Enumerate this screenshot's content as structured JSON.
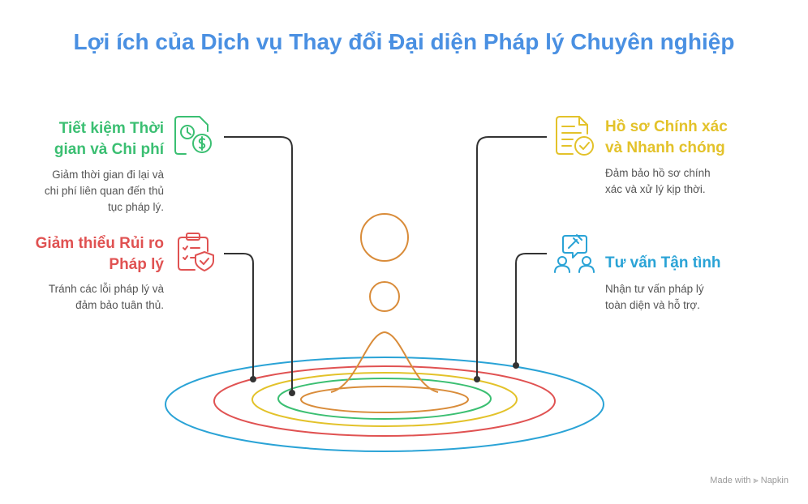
{
  "title": "Lợi ích của Dịch vụ Thay đổi Đại diện Pháp lý Chuyên nghiệp",
  "items": [
    {
      "title_line1": "Tiết kiệm Thời",
      "title_line2": "gian và Chi phí",
      "desc_line1": "Giảm thời gian đi lại và",
      "desc_line2": "chi phí liên quan đến thủ",
      "desc_line3": "tục pháp lý.",
      "icon": "clock-dollar-icon",
      "color": "#3bbf72"
    },
    {
      "title_line1": "Giảm thiểu Rủi ro",
      "title_line2": "Pháp lý",
      "desc_line1": "Tránh các lỗi pháp lý và",
      "desc_line2": "đảm bảo tuân thủ.",
      "icon": "clipboard-shield-icon",
      "color": "#e05252"
    },
    {
      "title_line1": "Hồ sơ Chính xác",
      "title_line2": "và Nhanh chóng",
      "desc_line1": "Đảm bảo hồ sơ chính",
      "desc_line2": "xác và xử lý kịp thời.",
      "icon": "document-check-icon",
      "color": "#e3c22a"
    },
    {
      "title_line1": "Tư vấn Tận tình",
      "desc_line1": "Nhận tư vấn pháp lý",
      "desc_line2": "toàn diện và hỗ trợ.",
      "icon": "consultation-gavel-icon",
      "color": "#2aa3d6"
    }
  ],
  "watermark": "Made with ⫸ Napkin"
}
